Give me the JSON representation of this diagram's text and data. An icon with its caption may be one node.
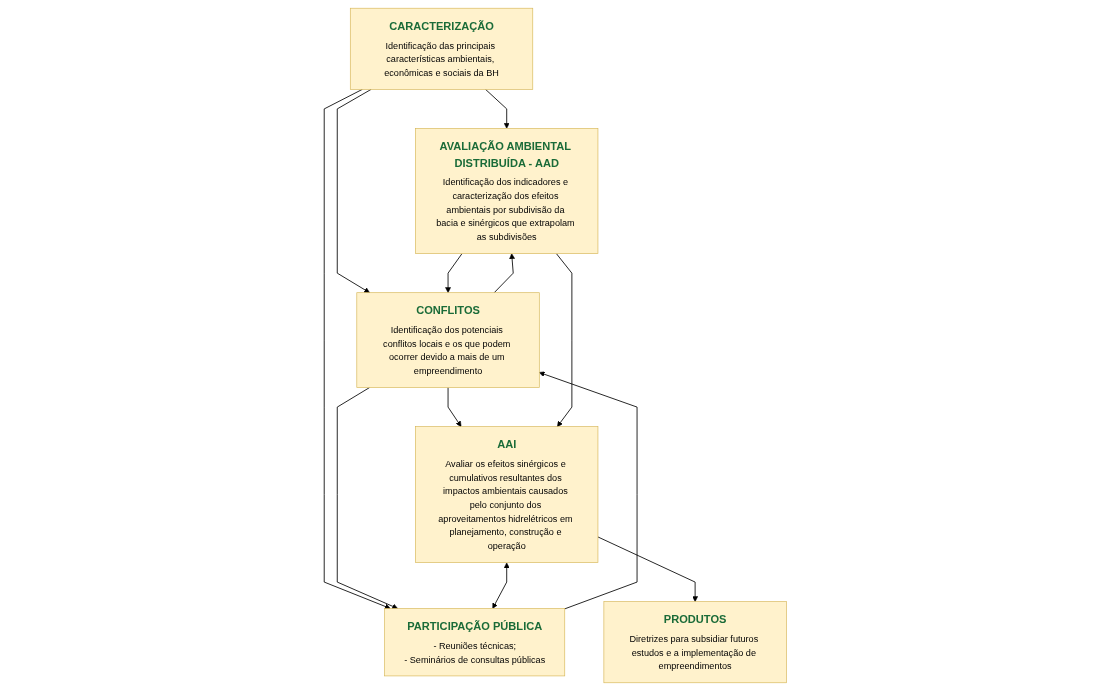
{
  "diagram": {
    "nodes": [
      {
        "text": [
          "CARACTERIZAÇÃO",
          "Identificação das principais características ambientais, econômicas e sociais da BH"
        ]
      },
      {
        "text": [
          "AVALIAÇÃO AMBIENTAL DISTRIBUÍDA - AAD",
          "Identificação dos indicadores e caracterização dos efeitos ambientais por subdivisão da bacia e sinérgicos que extrapolam as subdivisões"
        ]
      },
      {
        "text": [
          "CONFLITOS",
          "Identificação dos potenciais conflitos locais e os que podem ocorrer devido a mais de um empreendimento"
        ]
      },
      {
        "text": [
          "PARTICIPAÇÃO PÚBLICA",
          "- Reuniões técnicas;",
          "- Seminários de consultas públicas"
        ]
      },
      {
        "text": [
          "AAI",
          "Avaliar os efeitos sinérgicos e cumulativos resultantes dos impactos ambientais causados pelo conjunto dos aproveitamentos hidrelétricos em planejamento, construção e operação"
        ]
      },
      {
        "text": [
          "PRODUTOS",
          "Diretrizes para subsidiar futuros estudos e a implementação de empreendimentos"
        ]
      }
    ],
    "edges": [
      {
        "from": 0,
        "to": 1,
        "arrow": "to"
      },
      {
        "from": 0,
        "to": 2,
        "arrow": "to"
      },
      {
        "from": 0,
        "to": 3,
        "arrow": "to"
      },
      {
        "from": 1,
        "to": 2,
        "arrow": "to"
      },
      {
        "from": 2,
        "to": 1,
        "arrow": "to"
      },
      {
        "from": 3,
        "to": 2,
        "arrow": "to"
      },
      {
        "from": 2,
        "to": 3,
        "arrow": "to"
      },
      {
        "from": 4,
        "to": 3,
        "arrow": "both"
      },
      {
        "from": 2,
        "to": 4,
        "arrow": "to"
      },
      {
        "from": 1,
        "to": 4,
        "arrow": "to"
      },
      {
        "from": 4,
        "to": 5,
        "arrow": "to"
      }
    ]
  }
}
